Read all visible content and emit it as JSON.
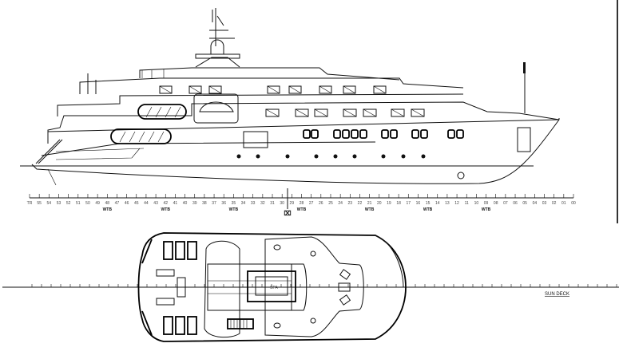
{
  "profile_view": {
    "ruler": {
      "start_label": "TR",
      "labels": [
        "55",
        "54",
        "53",
        "52",
        "51",
        "50",
        "49",
        "48",
        "47",
        "46",
        "45",
        "44",
        "43",
        "42",
        "41",
        "40",
        "39",
        "38",
        "37",
        "36",
        "35",
        "34",
        "33",
        "32",
        "31",
        "30",
        "29",
        "28",
        "27",
        "26",
        "25",
        "24",
        "23",
        "22",
        "21",
        "20",
        "19",
        "18",
        "17",
        "16",
        "15",
        "14",
        "13",
        "12",
        "11",
        "10",
        "09",
        "08",
        "07",
        "06",
        "05",
        "04",
        "03",
        "02",
        "01",
        "00"
      ],
      "bulkhead_label": "WTB",
      "bulkheads_at_frames": [
        "48",
        "42",
        "35",
        "28",
        "21",
        "15",
        "09"
      ],
      "midship_symbol": "⌧"
    }
  },
  "plan_view": {
    "deck_label": "SUN DECK",
    "pool_label": "SPA"
  }
}
